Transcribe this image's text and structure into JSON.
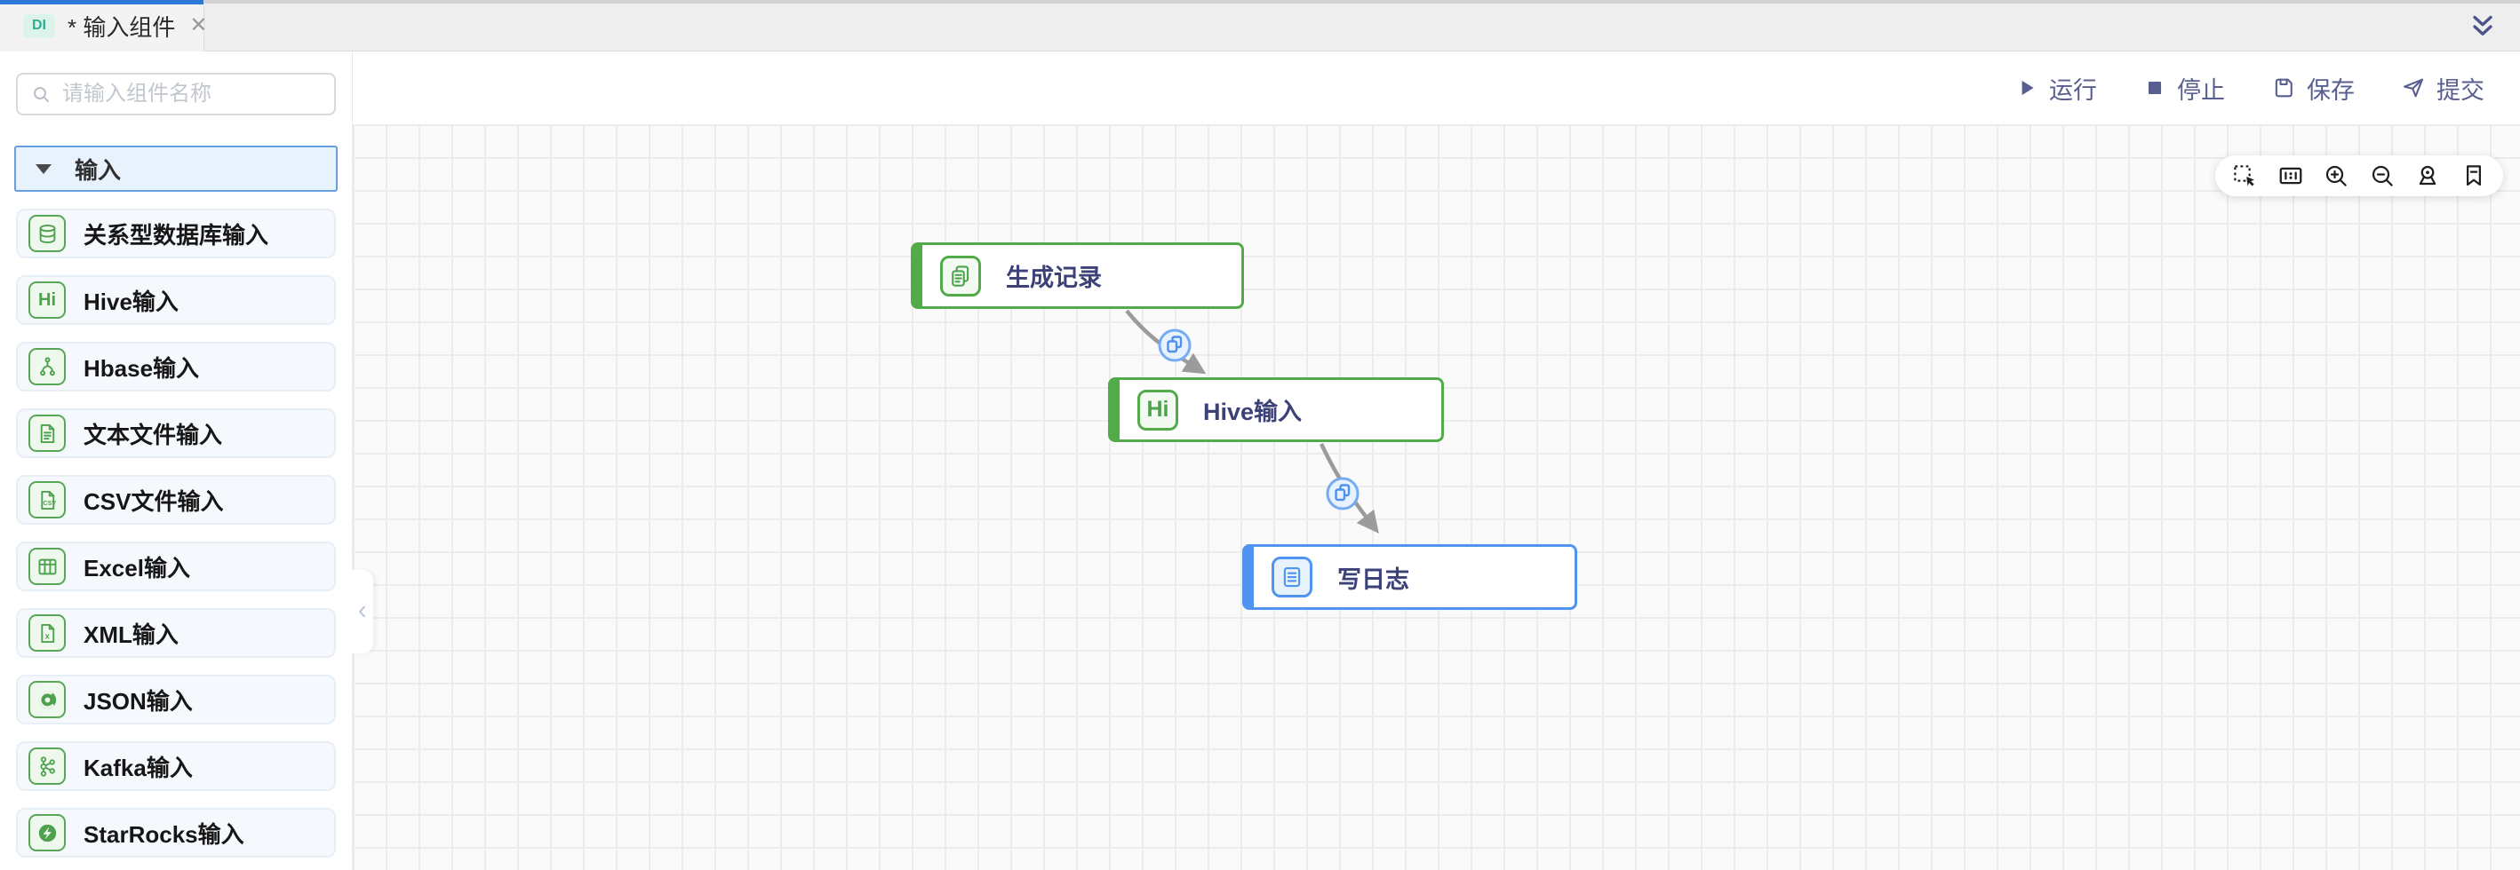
{
  "tab_bar": {
    "active_tab": {
      "badge": "DI",
      "title": "* 输入组件",
      "close": "✕"
    },
    "collapse_all_icon": "double-chevron-down-icon"
  },
  "toolbar": {
    "run_label": "运行",
    "stop_label": "停止",
    "save_label": "保存",
    "submit_label": "提交"
  },
  "sidebar": {
    "search_placeholder": "请输入组件名称",
    "section": {
      "label": "输入",
      "state": "expanded"
    },
    "items": [
      {
        "label": "关系型数据库输入",
        "icon": "database-icon"
      },
      {
        "label": "Hive输入",
        "icon": "hive-icon",
        "icon_text": "Hi"
      },
      {
        "label": "Hbase输入",
        "icon": "branch-icon"
      },
      {
        "label": "文本文件输入",
        "icon": "text-file-icon"
      },
      {
        "label": "CSV文件输入",
        "icon": "csv-file-icon"
      },
      {
        "label": "Excel输入",
        "icon": "excel-table-icon"
      },
      {
        "label": "XML输入",
        "icon": "xml-file-icon"
      },
      {
        "label": "JSON输入",
        "icon": "json-icon"
      },
      {
        "label": "Kafka输入",
        "icon": "kafka-icon"
      },
      {
        "label": "StarRocks输入",
        "icon": "starrocks-icon"
      }
    ],
    "collapse_handle_icon": "chevron-left-icon"
  },
  "canvas": {
    "nodes": [
      {
        "label": "生成记录",
        "color": "green",
        "icon": "documents-icon"
      },
      {
        "label": "Hive输入",
        "color": "green",
        "icon": "hive-icon",
        "icon_text": "Hi"
      },
      {
        "label": "写日志",
        "color": "blue",
        "icon": "log-file-icon"
      }
    ],
    "edges": [
      {
        "from": "生成记录",
        "to": "Hive输入",
        "badge_icon": "copy-icon"
      },
      {
        "from": "Hive输入",
        "to": "写日志",
        "badge_icon": "copy-icon"
      }
    ],
    "toolbar_icons": [
      "marquee-select-icon",
      "fit-view-icon",
      "zoom-in-icon",
      "zoom-out-icon",
      "locate-icon",
      "bookmark-icon"
    ],
    "colors": {
      "node_green": "#52ab49",
      "node_blue": "#4f94ee",
      "edge_gray": "#9b9b9b",
      "accent_blue": "#2e79d8"
    }
  }
}
